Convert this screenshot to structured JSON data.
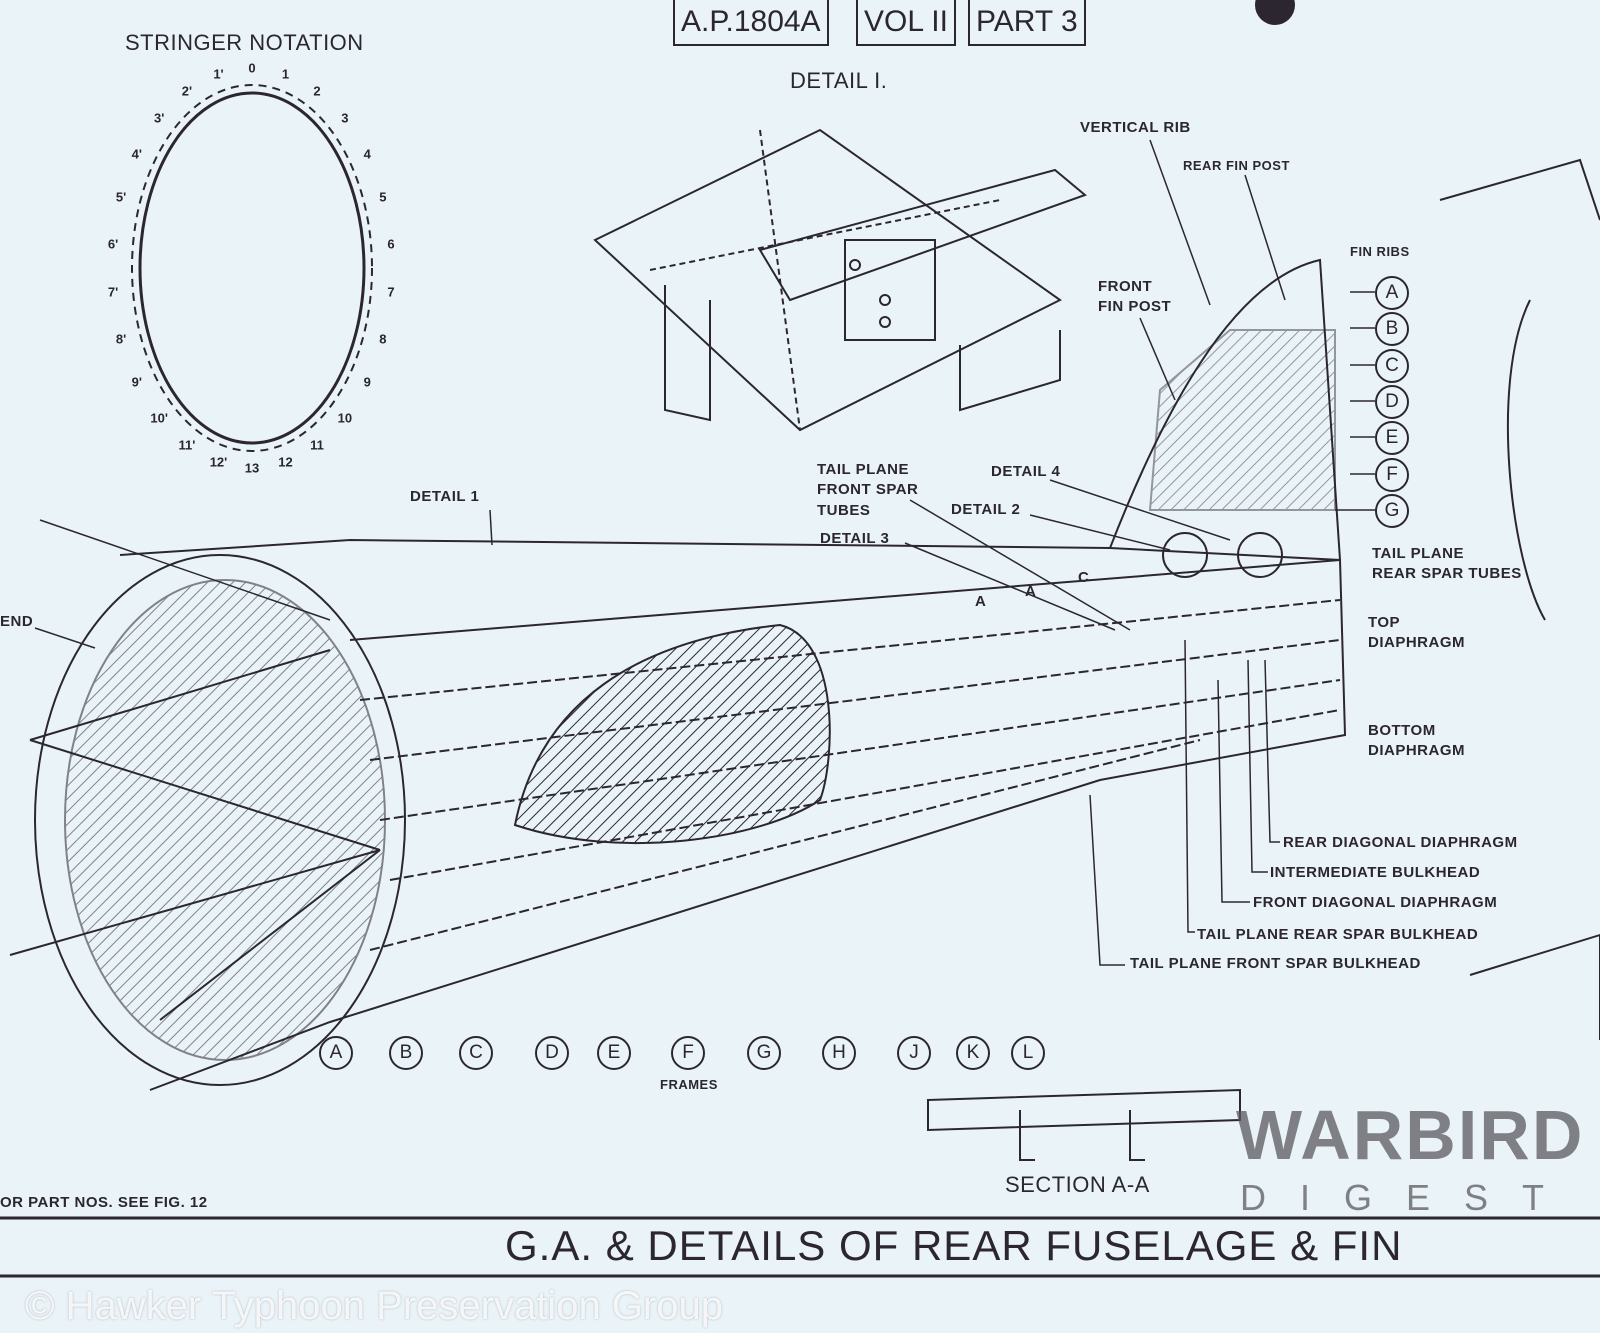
{
  "header": {
    "ref": "A.P.1804A",
    "vol": "VOL II",
    "part": "PART 3"
  },
  "stringer_notation": {
    "title": "STRINGER NOTATION",
    "top": "0",
    "bottom": "13",
    "right": [
      "1",
      "2",
      "3",
      "4",
      "5",
      "6",
      "7",
      "8",
      "9",
      "10",
      "11",
      "12"
    ],
    "left": [
      "1'",
      "2'",
      "3'",
      "4'",
      "5'",
      "6'",
      "7'",
      "8'",
      "9'",
      "10'",
      "11'",
      "12'"
    ]
  },
  "labels": {
    "detail_1_top": "DETAIL I.",
    "vertical_rib": "VERTICAL RIB",
    "rear_fin_post": "REAR FIN POST",
    "fin_ribs": "FIN RIBS",
    "front_fin_post": [
      "FRONT",
      "FIN POST"
    ],
    "tail_plane_front_spar_tubes": [
      "TAIL PLANE",
      "FRONT SPAR",
      "TUBES"
    ],
    "detail_4": "DETAIL 4",
    "detail_2": "DETAIL 2",
    "detail_3": "DETAIL 3",
    "detail_1": "DETAIL 1",
    "tail_plane_rear_spar_tubes": [
      "TAIL PLANE",
      "REAR SPAR TUBES"
    ],
    "top_diaphragm": [
      "TOP",
      "DIAPHRAGM"
    ],
    "bottom_diaphragm": [
      "BOTTOM",
      "DIAPHRAGM"
    ],
    "rear_diagonal_diaphragm": "REAR DIAGONAL DIAPHRAGM",
    "intermediate_bulkhead": "INTERMEDIATE BULKHEAD",
    "front_diagonal_diaphragm": "FRONT DIAGONAL DIAPHRAGM",
    "tail_plane_rear_spar_bulkhead": "TAIL PLANE REAR SPAR BULKHEAD",
    "tail_plane_front_spar_bulkhead": "TAIL PLANE FRONT SPAR BULKHEAD",
    "end": "END",
    "frames": "FRAMES",
    "section_aa": "SECTION A-A",
    "part_nos": "OR PART NOS. SEE FIG. 12",
    "section_marks": [
      "A",
      "A",
      "C"
    ]
  },
  "fin_ribs": [
    "A",
    "B",
    "C",
    "D",
    "E",
    "F",
    "G"
  ],
  "frames": [
    "A",
    "B",
    "C",
    "D",
    "E",
    "F",
    "G",
    "H",
    "J",
    "K",
    "L"
  ],
  "title": "G.A. & DETAILS OF REAR FUSELAGE & FIN",
  "watermark": "© Hawker Typhoon Preservation Group",
  "logo": {
    "main": "WARBIRD",
    "sub": "DIGEST"
  }
}
